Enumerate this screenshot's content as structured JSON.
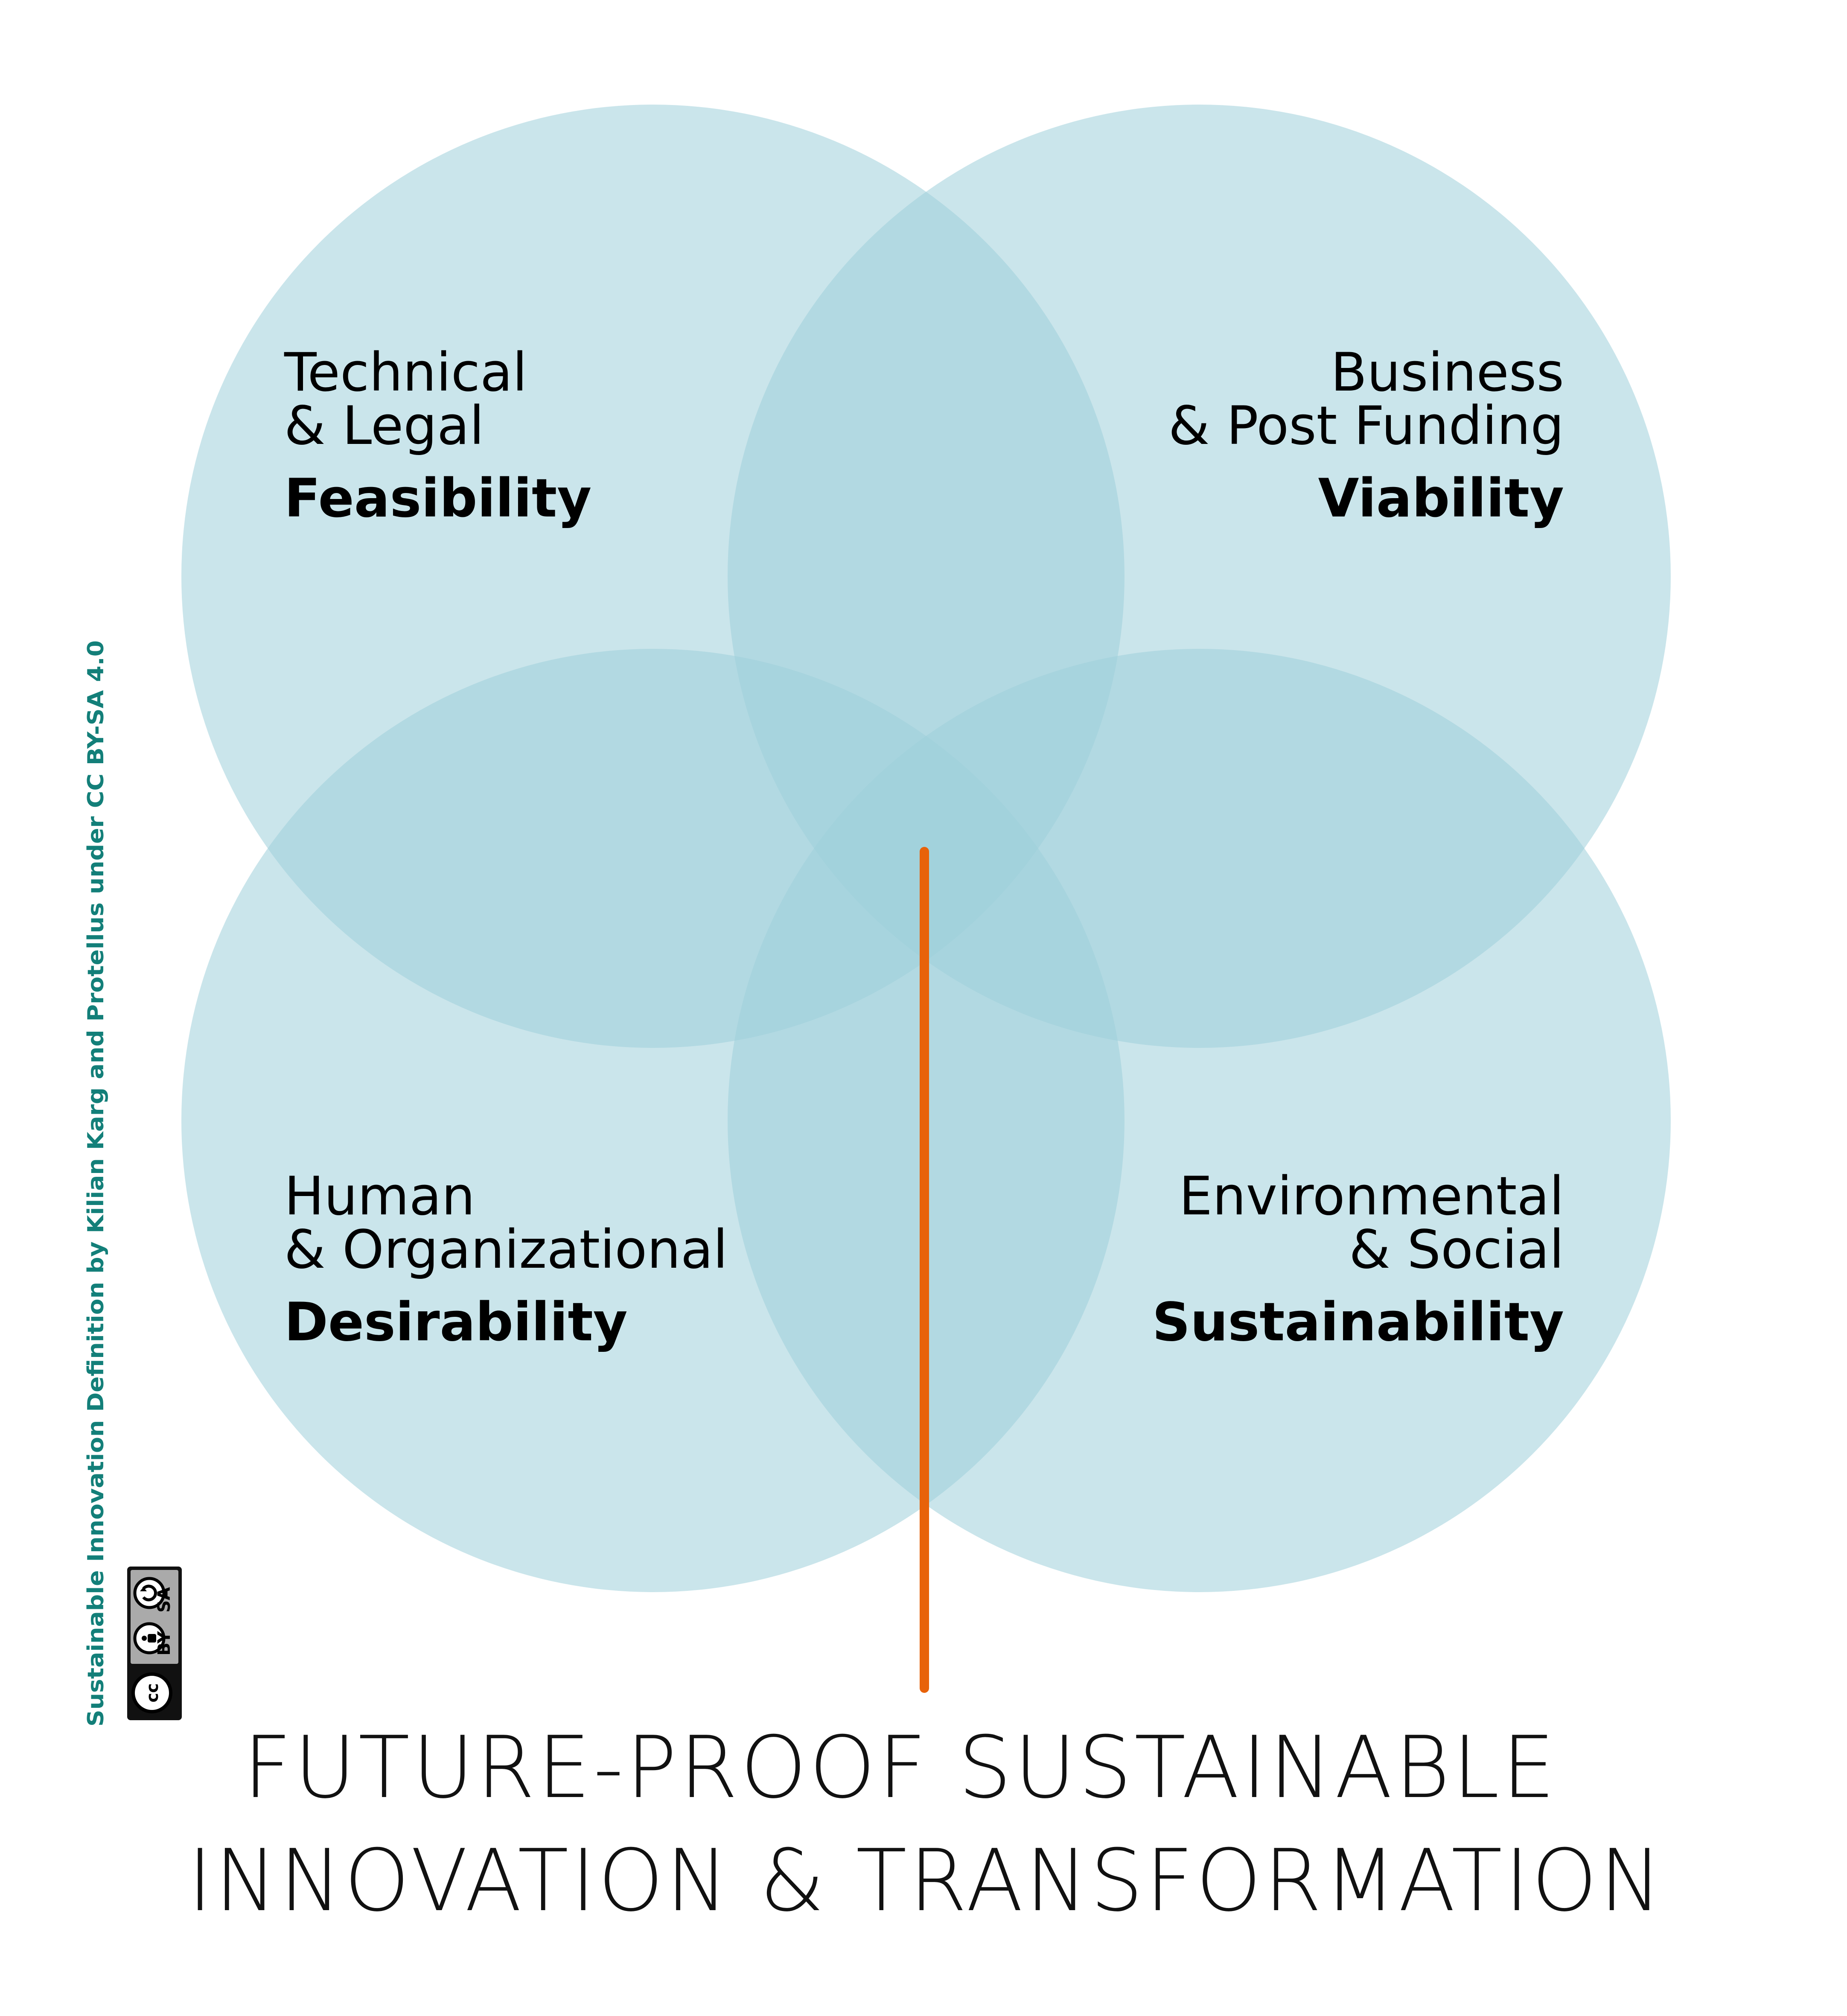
{
  "colors": {
    "circle": "#9fd0da",
    "circle_opacity": 0.55,
    "connector": "#e8620a",
    "credit": "#137f79",
    "badge_bg": "#111111",
    "badge_panel": "#aaaaaa"
  },
  "quadrants": {
    "top_left": {
      "line1": "Technical",
      "line2": "& Legal",
      "bold": "Feasibility"
    },
    "top_right": {
      "line1": "Business",
      "line2": "& Post Funding",
      "bold": "Viability"
    },
    "bottom_left": {
      "line1": "Human",
      "line2": "& Organizational",
      "bold": "Desirability"
    },
    "bottom_right": {
      "line1": "Environmental",
      "line2": "& Social",
      "bold": "Sustainability"
    }
  },
  "headline": {
    "line1": "FUTURE-PROOF SUSTAINABLE",
    "line2": "INNOVATION & TRANSFORMATION"
  },
  "credit": {
    "text": "Sustainable Innovation Definition by Kilian Karg and Protellus under CC BY-SA 4.0"
  },
  "license_badge": {
    "cc": "cc",
    "by": "BY",
    "sa": "SA",
    "icons": [
      "cc-icon",
      "attribution-icon",
      "share-alike-icon"
    ]
  }
}
